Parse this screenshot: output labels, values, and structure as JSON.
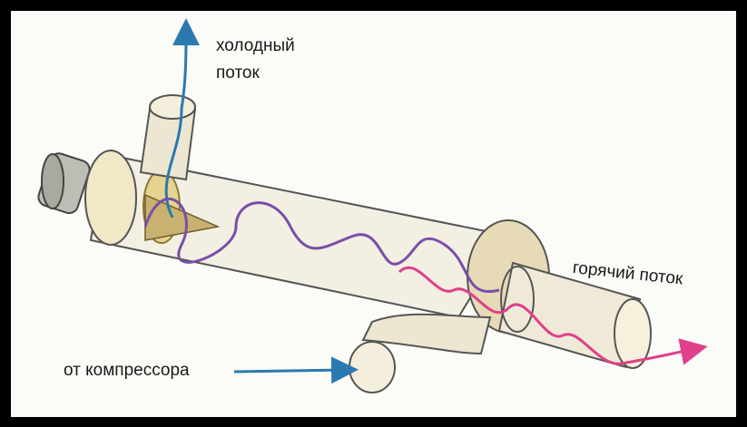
{
  "labels": {
    "cold_flow_line1": "холодный",
    "cold_flow_line2": "поток",
    "hot_flow": "горячий поток",
    "from_compressor": "от компрессора"
  },
  "colors": {
    "background": "#fbfbf8",
    "frame": "#000000",
    "tube_outline": "#555555",
    "tube_fill": "#efe9d8",
    "brass": "#d9c27a",
    "cold_flow": "#2a7ab0",
    "hot_flow": "#e0408a",
    "mixed_flow": "#7a4fa8"
  }
}
